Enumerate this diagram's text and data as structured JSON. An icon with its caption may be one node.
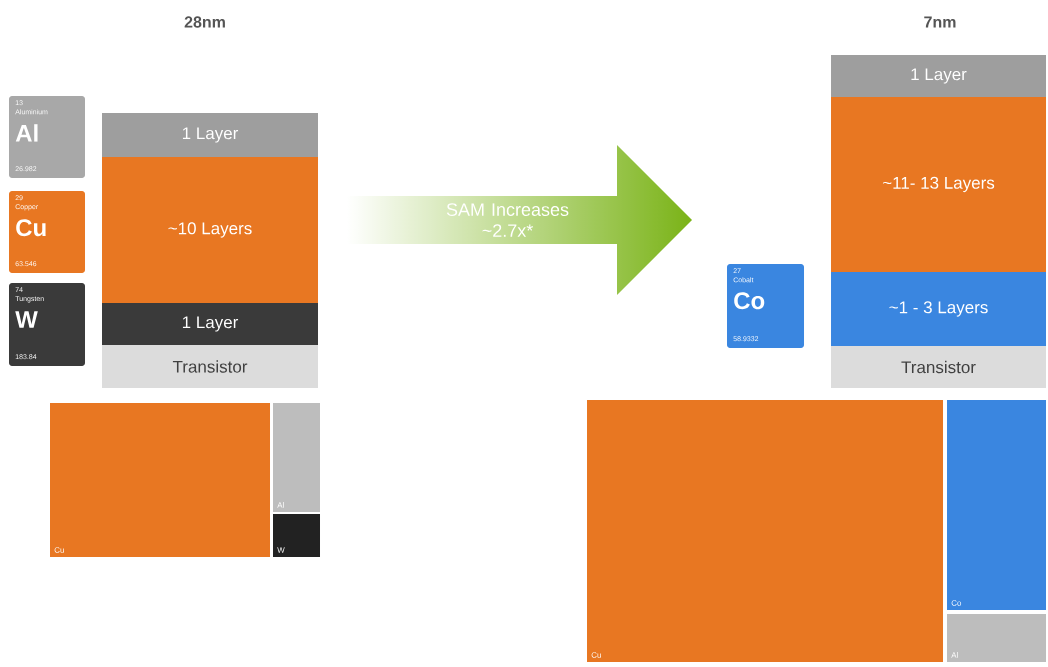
{
  "diagram": {
    "nodes": [
      {
        "text": [
          "1 Layer"
        ]
      },
      {
        "text": [
          "~10 Layers"
        ]
      },
      {
        "text": [
          "1 Layer"
        ]
      },
      {
        "text": [
          "Transistor"
        ]
      },
      {
        "text": [
          "13",
          "Aluminium",
          "Al",
          "26.982"
        ]
      },
      {
        "text": [
          "29",
          "Copper",
          "Cu",
          "63.546"
        ]
      },
      {
        "text": [
          "74",
          "Tungsten",
          "W",
          "183.84"
        ]
      },
      {
        "text": [
          "SAM Increases ~2.7x*"
        ]
      },
      {
        "text": [
          "1 Layer"
        ]
      },
      {
        "text": [
          "~11- 13 Layers"
        ]
      },
      {
        "text": [
          "~1 - 3 Layers"
        ]
      },
      {
        "text": [
          "Transistor"
        ]
      },
      {
        "text": [
          "27",
          "Cobalt",
          "Co",
          "58.9332"
        ]
      },
      {
        "text": [
          "Cu"
        ]
      },
      {
        "text": [
          "Al"
        ]
      },
      {
        "text": [
          "W"
        ]
      },
      {
        "text": [
          "Cu"
        ]
      },
      {
        "text": [
          "Co"
        ]
      },
      {
        "text": [
          "Al"
        ]
      }
    ],
    "labels": [
      "28nm",
      "7nm"
    ]
  }
}
